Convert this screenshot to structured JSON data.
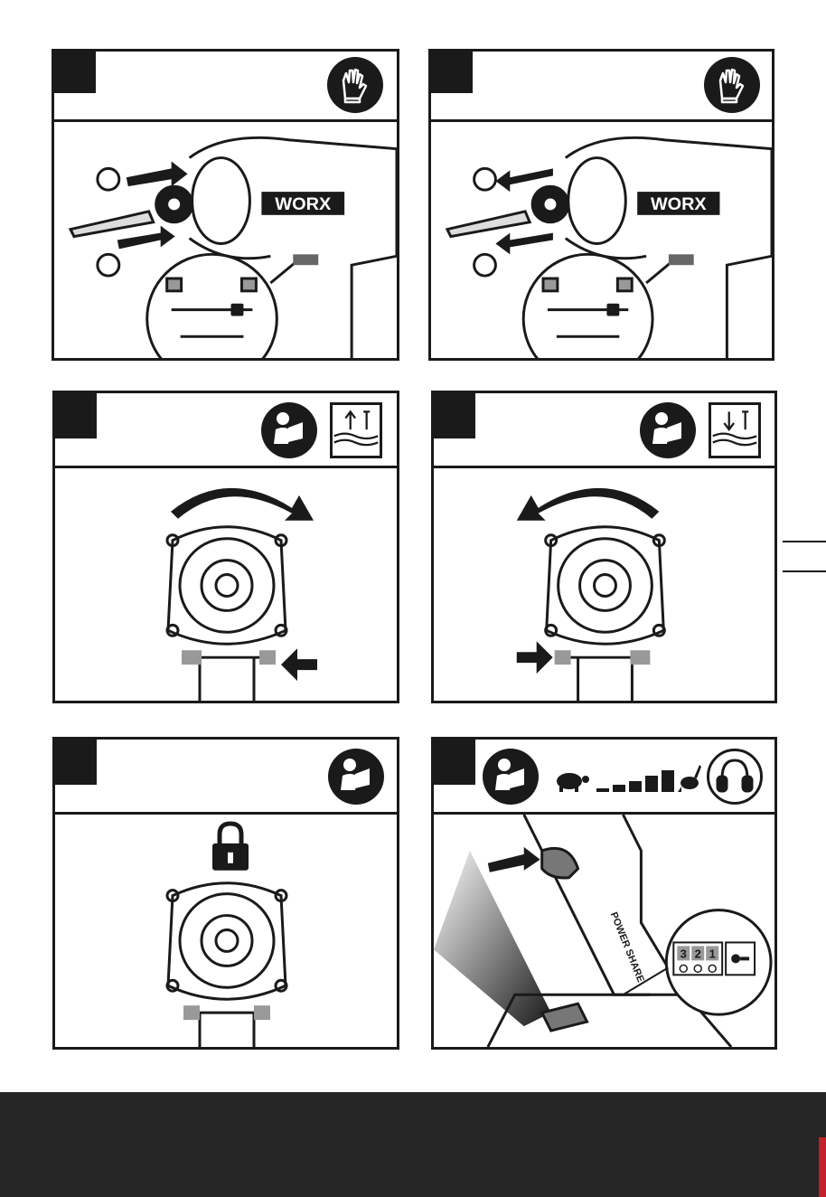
{
  "page": {
    "brand_label": "WORX",
    "lock_colors": {
      "ink": "#1a1a1a",
      "accent": "#c0212b",
      "footer": "#262626"
    }
  },
  "panels": [
    {
      "id": "p1",
      "icons": [
        "gloves-icon"
      ],
      "brand_label": "WORX"
    },
    {
      "id": "p2",
      "icons": [
        "gloves-icon"
      ],
      "brand_label": "WORX"
    },
    {
      "id": "p3",
      "icons": [
        "read-manual-icon",
        "screw-out-icon"
      ]
    },
    {
      "id": "p4",
      "icons": [
        "read-manual-icon",
        "screw-in-icon"
      ]
    },
    {
      "id": "p5",
      "icons": [
        "read-manual-icon",
        "lock-icon"
      ]
    },
    {
      "id": "p6",
      "icons": [
        "read-manual-icon",
        "turtle-icon",
        "speed-bars-icon",
        "rabbit-icon",
        "ear-protection-icon"
      ],
      "side_text": "POWER SHARE",
      "mode_labels": [
        "3",
        "2",
        "1"
      ]
    }
  ]
}
